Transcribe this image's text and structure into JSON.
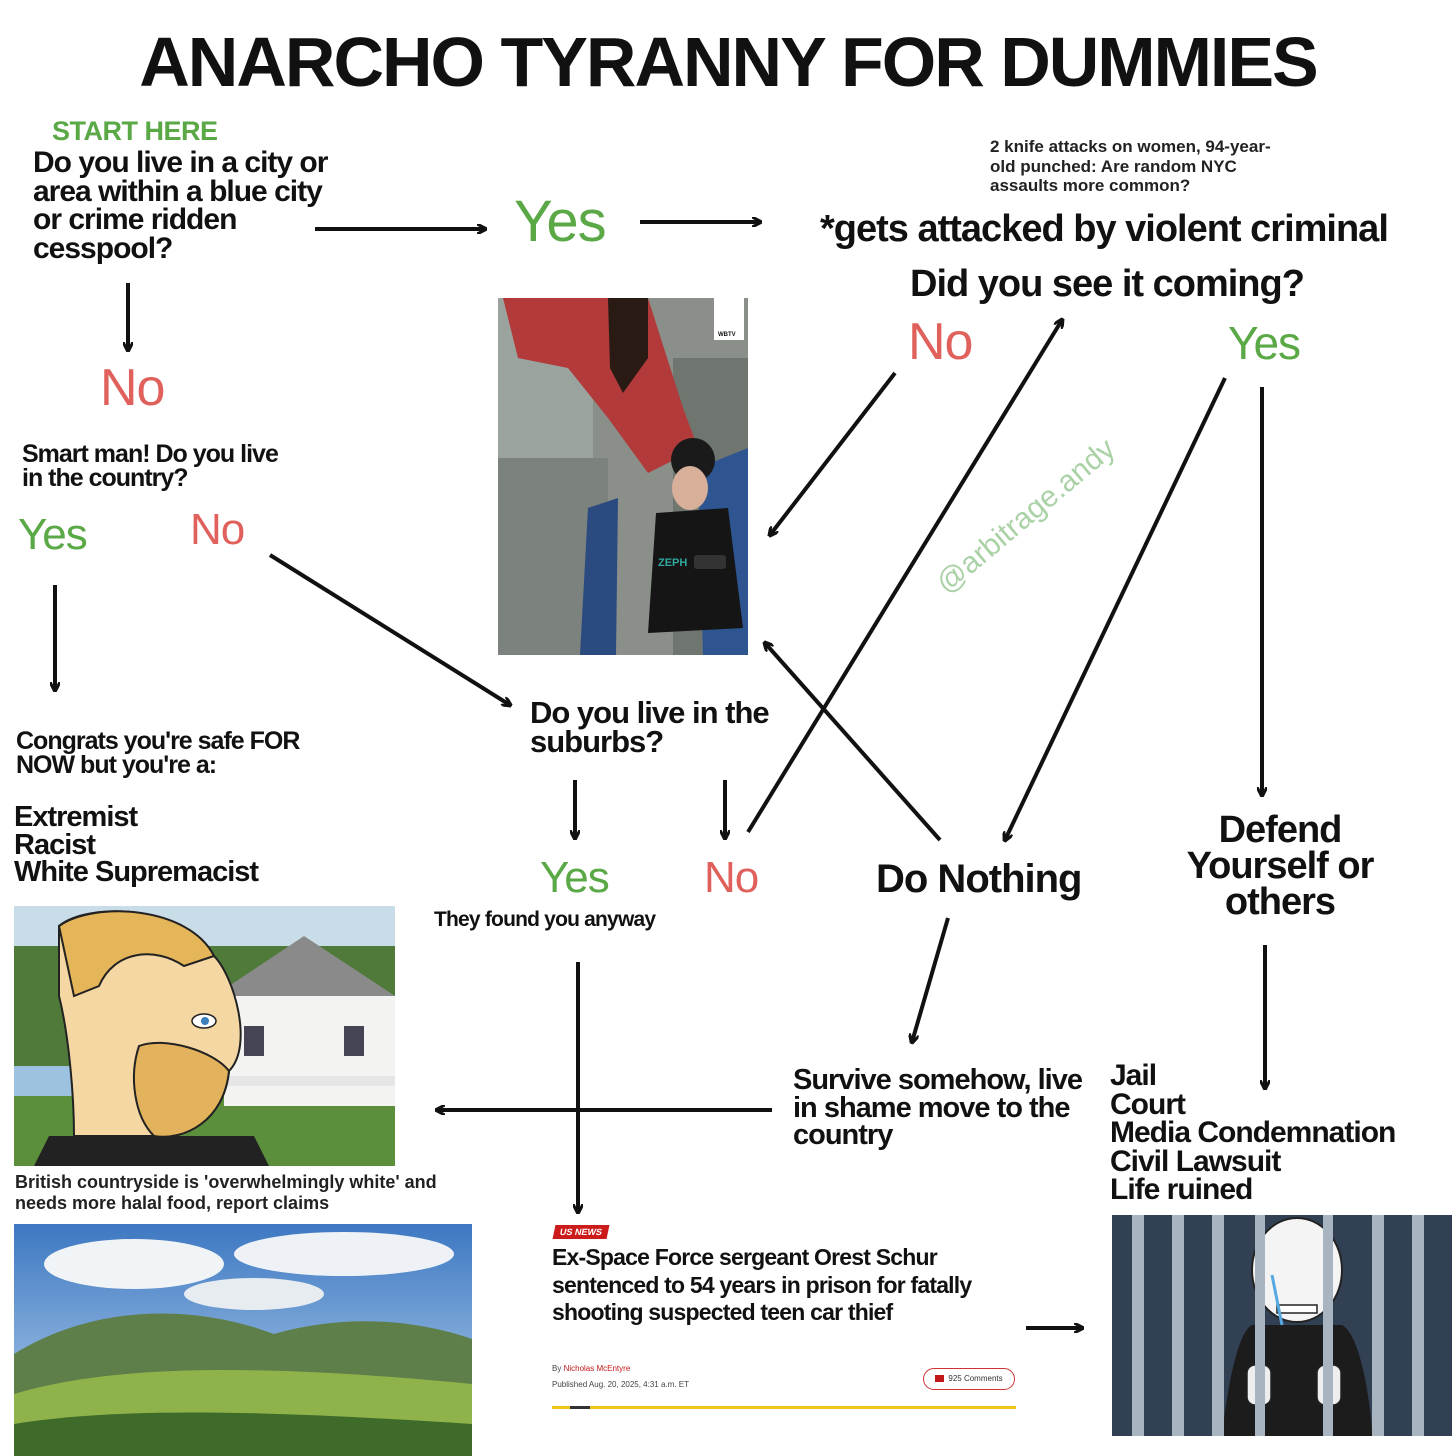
{
  "title": "ANARCHO TYRANNY FOR DUMMIES",
  "start_label": "START HERE",
  "colors": {
    "yes": "#5aa846",
    "no": "#e0605c",
    "ink": "#111111",
    "watermark": "#8fc38a",
    "news_badge": "#cc1b1b",
    "news_bar": "#f0c419"
  },
  "nodes": {
    "q_city": "Do you live in a city or area within a blue city or crime ridden cesspool?",
    "yes_city": "Yes",
    "no_city": "No",
    "q_country": "Smart man! Do you live in the country?",
    "yes_country": "Yes",
    "no_country": "No",
    "safe_result": "Congrats you're safe FOR NOW but you're a:",
    "labels_list": [
      "Extremist",
      "Racist",
      "White Supremacist"
    ],
    "q_suburbs": "Do you live in the suburbs?",
    "yes_suburbs": "Yes",
    "no_suburbs": "No",
    "found_anyway": "They found you anyway",
    "attack": "*gets attacked by violent criminal",
    "q_see": "Did you see it coming?",
    "no_see": "No",
    "yes_see": "Yes",
    "do_nothing": "Do Nothing",
    "defend": "Defend Yourself or others",
    "survive": "Survive somehow, live in shame move to the country",
    "consequences": [
      "Jail",
      "Court",
      "Media Condemnation",
      "Civil Lawsuit",
      "Life ruined"
    ]
  },
  "headlines": {
    "nyc": "2 knife attacks on women, 94-year-old punched: Are random NYC assaults more common?",
    "british": "British countryside is 'overwhelmingly white' and needs more halal food, report claims"
  },
  "news_card": {
    "badge": "US NEWS",
    "headline": "Ex-Space Force sergeant Orest Schur sentenced to 54 years in prison for fatally shooting suspected teen car thief",
    "byline_prefix": "By",
    "author": "Nicholas McEntyre",
    "published": "Published Aug. 20, 2025, 4:31 a.m. ET",
    "comments": "925 Comments"
  },
  "watermark": "@arbitrage.andy",
  "tv_logo": "WBTV",
  "shirt_text": "ZEPH"
}
